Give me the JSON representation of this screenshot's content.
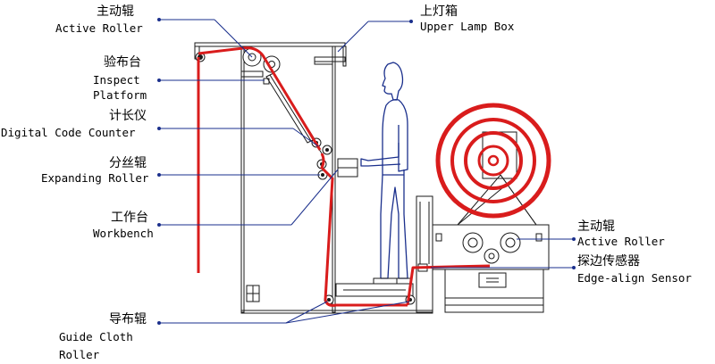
{
  "labels": {
    "active_roller_top": {
      "cn": "主动辊",
      "en": "Active Roller"
    },
    "upper_lamp_box": {
      "cn": "上灯箱",
      "en": "Upper Lamp Box"
    },
    "inspect_platform": {
      "cn": "验布台",
      "en1": "Inspect",
      "en2": "Platform"
    },
    "digital_code_counter": {
      "cn": "计长仪",
      "en": "Digital Code Counter"
    },
    "expanding_roller": {
      "cn": "分丝辊",
      "en": "Expanding Roller"
    },
    "workbench": {
      "cn": "工作台",
      "en": "Workbench"
    },
    "guide_cloth_roller": {
      "cn": "导布辊",
      "en1": "Guide Cloth",
      "en2": "Roller"
    },
    "active_roller_right": {
      "cn": "主动辊",
      "en": "Active Roller"
    },
    "edge_align_sensor": {
      "cn": "探边传感器",
      "en": "Edge-align Sensor"
    }
  },
  "colors": {
    "cloth": "#d91c1c",
    "leader": "#1a2f8c",
    "machine": "#1a1a1a",
    "operator": "#1a2f8c"
  }
}
